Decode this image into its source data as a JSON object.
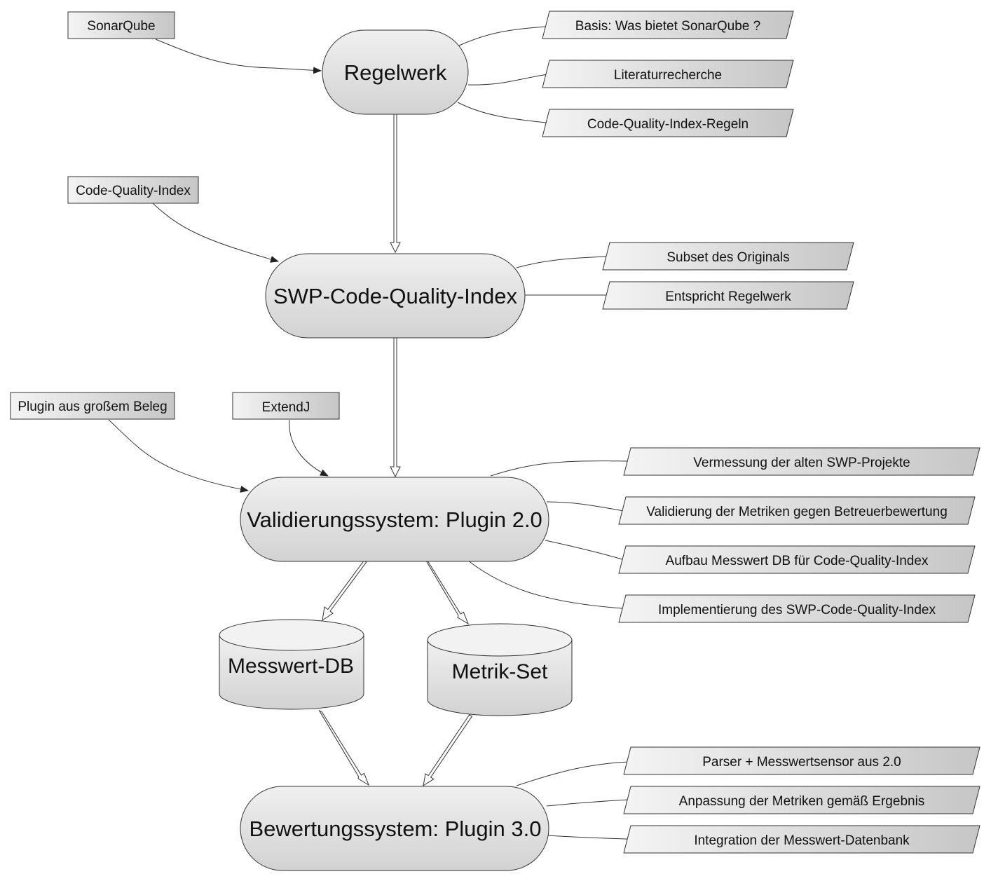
{
  "sources": {
    "sonarqube": "SonarQube",
    "code_quality_index": "Code-Quality-Index",
    "plugin_beleg": "Plugin aus großem Beleg",
    "extendj": "ExtendJ"
  },
  "nodes": {
    "regelwerk": "Regelwerk",
    "swp_cqi": "SWP-Code-Quality-Index",
    "validierung": "Validierungssystem: Plugin 2.0",
    "messwert_db": "Messwert-DB",
    "metrik_set": "Metrik-Set",
    "bewertung": "Bewertungssystem: Plugin 3.0"
  },
  "notes": {
    "regelwerk": [
      "Basis: Was bietet SonarQube ?",
      "Literaturrecherche",
      "Code-Quality-Index-Regeln"
    ],
    "swp_cqi": [
      "Subset des Originals",
      "Entspricht Regelwerk"
    ],
    "validierung": [
      "Vermessung der alten SWP-Projekte",
      "Validierung der Metriken gegen Betreuerbewertung",
      "Aufbau Messwert DB für Code-Quality-Index",
      "Implementierung des SWP-Code-Quality-Index"
    ],
    "bewertung": [
      "Parser + Messwertsensor aus 2.0",
      "Anpassung der Metriken gemäß Ergebnis",
      "Integration der Messwert-Datenbank"
    ]
  },
  "colors": {
    "fill_light": "#f2f2f2",
    "fill_dark": "#c8c8c8",
    "stroke": "#333333"
  }
}
